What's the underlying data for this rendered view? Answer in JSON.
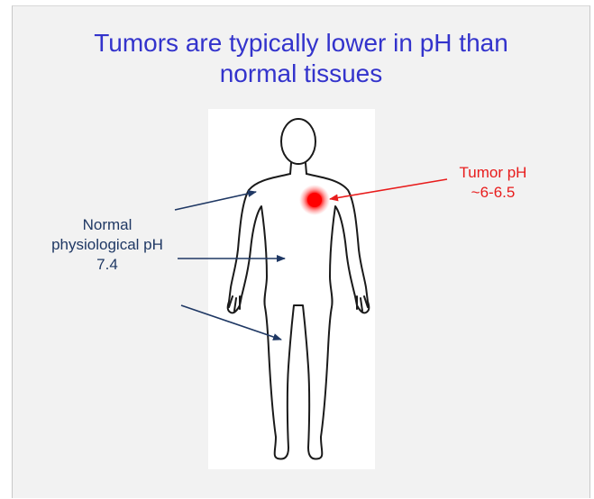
{
  "slide": {
    "title_line1": "Tumors are typically lower in pH than",
    "title_line2": "normal tissues",
    "normal_label": {
      "line1": "Normal",
      "line2": "physiological pH",
      "line3": "7.4"
    },
    "tumor_label": {
      "line1": "Tumor pH",
      "line2": "~6-6.5"
    }
  },
  "colors": {
    "title": "#3333cc",
    "normal_text": "#1f3864",
    "arrow_normal": "#1f3864",
    "tumor_text": "#e81c1c",
    "arrow_tumor": "#e81c1c",
    "tumor_dot": "#ff0000",
    "body_outline": "#1a1a1a",
    "slide_background": "#f2f2f2",
    "panel_background": "#ffffff"
  },
  "icons": {
    "body": "human-body-outline-icon",
    "tumor": "tumor-spot-icon"
  }
}
